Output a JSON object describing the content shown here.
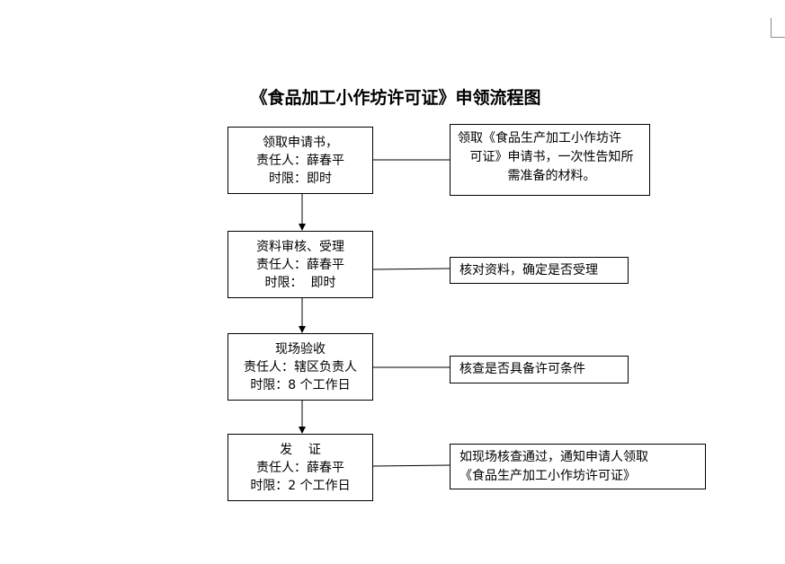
{
  "title": "《食品加工小作坊许可证》申领流程图",
  "steps": [
    {
      "name": "领取申请书，",
      "responsible": "责任人：薛春平",
      "time_limit": "时限：即时"
    },
    {
      "name": "资料审核、受理",
      "responsible": "责任人：薛春平",
      "time_limit": "时限：  即时"
    },
    {
      "name": "现场验收",
      "responsible": "责任人：辖区负责人",
      "time_limit": "时限：8 个工作日"
    },
    {
      "name": "发    证",
      "responsible": "责任人：薛春平",
      "time_limit": "时限：2 个工作日"
    }
  ],
  "notes": [
    {
      "lines": [
        "领取《食品生产加工小作坊许",
        "可证》申请书，一次性告知所",
        "需准备的材料。"
      ]
    },
    {
      "lines": [
        "核对资料，确定是否受理"
      ]
    },
    {
      "lines": [
        "核查是否具备许可条件"
      ]
    },
    {
      "lines": [
        "如现场核查通过，通知申请人领取",
        "《食品生产加工小作坊许可证》"
      ]
    }
  ]
}
